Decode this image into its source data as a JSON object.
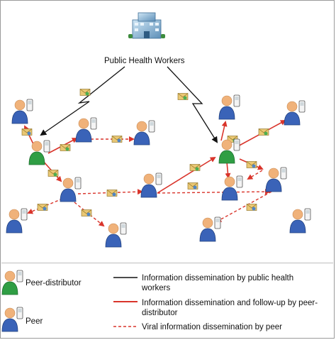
{
  "diagram": {
    "top_label": "Public Health Workers"
  },
  "legend": {
    "items": [
      {
        "label": "Peer-distributor",
        "icon": "peer-distributor-icon"
      },
      {
        "label": "Peer",
        "icon": "peer-icon"
      }
    ],
    "lines": [
      {
        "label": "Information dissemination by public health workers",
        "line_1": "Information dissemination by public health",
        "line_2": "workers",
        "style": "solid",
        "color": "#111111"
      },
      {
        "label": "Information dissemination and follow-up by peer-distributor",
        "line_1": "Information dissemination and follow-up by peer-",
        "line_2": "distributor",
        "style": "solid",
        "color": "#d9342b"
      },
      {
        "label": "Viral information dissemination by peer",
        "line_1": "Viral information dissemination by peer",
        "style": "dashed",
        "color": "#d9342b"
      }
    ]
  },
  "colors": {
    "peer_body": "#3a63b8",
    "peer_distributor_body": "#2f9e44",
    "head": "#f0b27a",
    "arrow_red": "#d9342b",
    "arrow_black": "#111111",
    "envelope": "#e9c774"
  }
}
